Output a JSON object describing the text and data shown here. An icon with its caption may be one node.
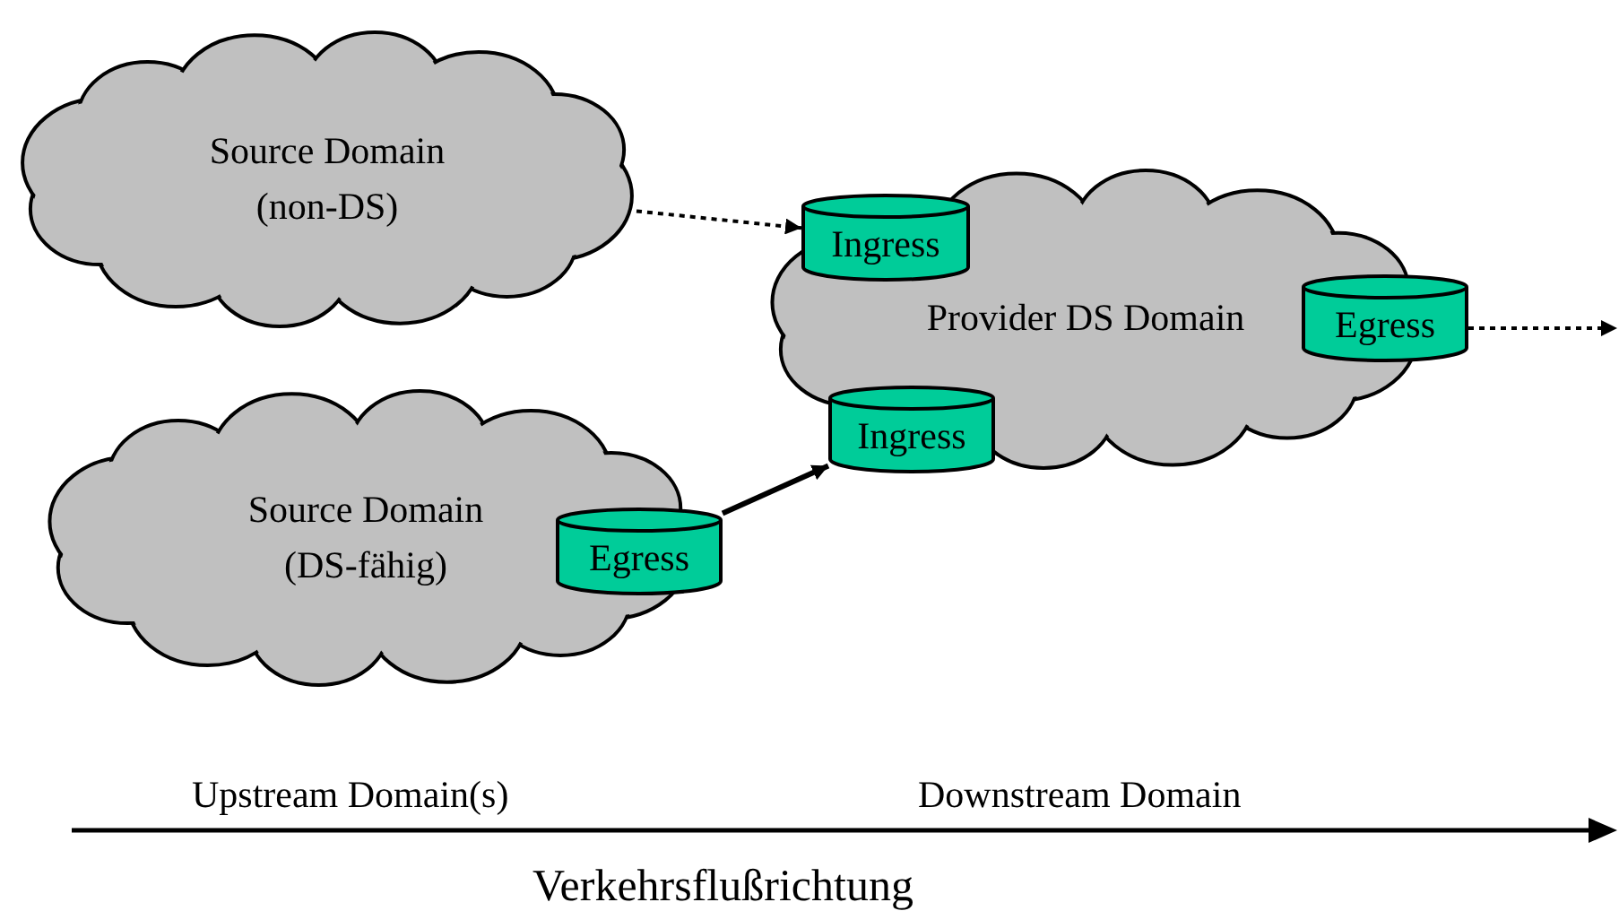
{
  "diagram": {
    "nodes": [
      {
        "text": [
          "Source Domain (non-DS)"
        ]
      },
      {
        "text": [
          "Provider DS Domain"
        ]
      },
      {
        "text": [
          "Ingress"
        ]
      },
      {
        "text": [
          "Egress"
        ]
      },
      {
        "text": [
          "Ingress"
        ]
      },
      {
        "text": [
          "Source Domain (DS-fähig)"
        ]
      },
      {
        "text": [
          "Egress"
        ]
      }
    ],
    "edges": [
      {
        "from": 0,
        "to": 2,
        "arrow": "to",
        "style": "dashed"
      },
      {
        "from": 6,
        "to": 4,
        "arrow": "to"
      },
      {
        "from": 3,
        "to": null,
        "arrow": "to",
        "style": "dashed"
      }
    ],
    "labels": [
      "Upstream Domain(s)",
      "Downstream Domain",
      "Verkehrsflußrichtung"
    ]
  }
}
